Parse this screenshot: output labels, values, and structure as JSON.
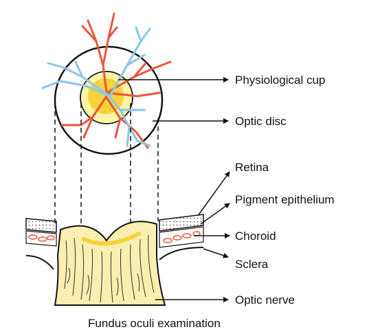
{
  "labels": {
    "physiological_cup": "Physiological cup",
    "optic_disc": "Optic disc",
    "retina": "Retina",
    "pigment_epithelium": "Pigment epithelium",
    "choroid": "Choroid",
    "sclera": "Sclera",
    "optic_nerve": "Optic nerve"
  },
  "caption": "Fundus oculi examination",
  "colors": {
    "artery": "#e8553a",
    "vein": "#8ec8e8",
    "cup_fill": "#f7d23a",
    "disc_ring": "#fff3a8",
    "nerve_fill": "#f8efb0",
    "outline": "#111111"
  }
}
